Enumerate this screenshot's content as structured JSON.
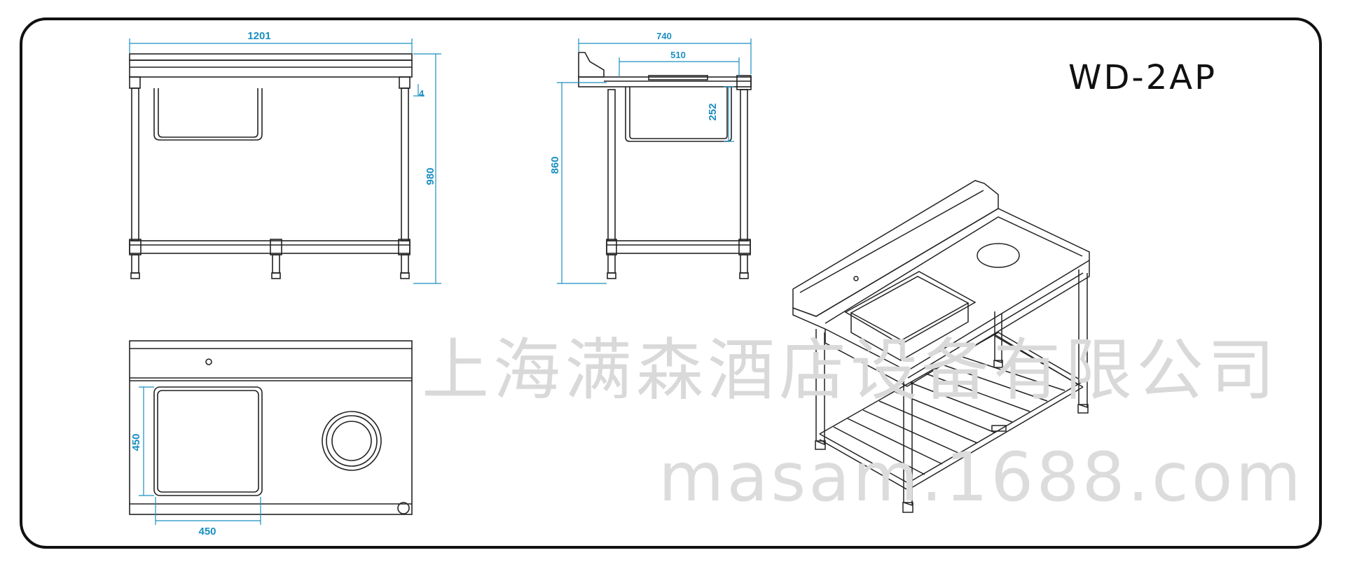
{
  "model_code": "WD-2AP",
  "dimensions": {
    "front_width": "1201",
    "front_height": "980",
    "backsplash_offset": "4",
    "side_depth": "740",
    "side_bowl_width": "510",
    "side_bowl_depth": "252",
    "side_worktop_height": "860",
    "top_bowl_length": "450",
    "top_bowl_width": "450"
  },
  "watermark": {
    "company": "上海满森酒店设备有限公司",
    "website": "masam.1688.com"
  },
  "colors": {
    "dimension": "#1a8fc0",
    "line": "#222222",
    "frame": "#111111",
    "watermark": "#d9d9d9"
  }
}
